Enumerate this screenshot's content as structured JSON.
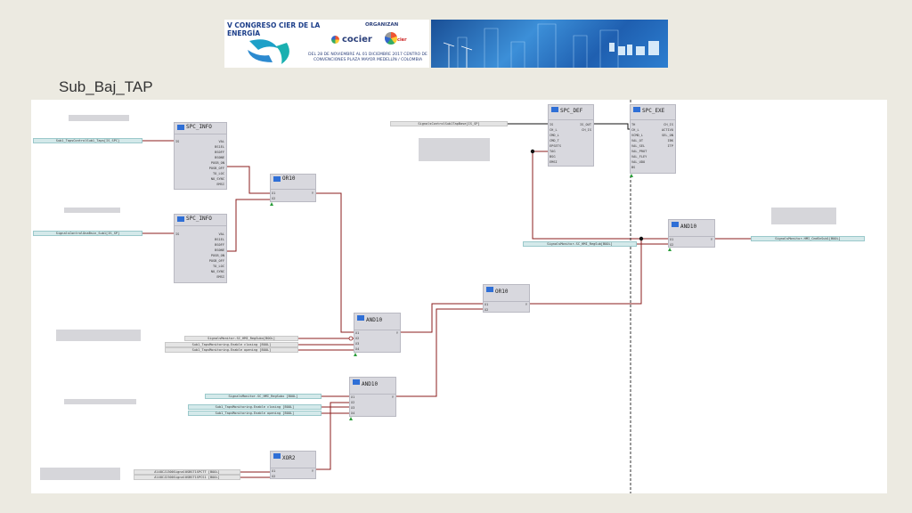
{
  "banner": {
    "title": "V CONGRESO CIER DE LA ENERGÍA",
    "organizan": "ORGANIZAN",
    "cocier": "cocier",
    "cier": "cier",
    "info": "DEL 28 DE NOVIEMBRE AL 01 DICIEMBRE 2017 CENTRO DE CONVENCIONES PLAZA MAYOR MEDELLÍN / COLOMBIA"
  },
  "page": {
    "title": "Sub_Baj_TAP"
  },
  "blocks": {
    "spc_info1": {
      "name": "SPC_INFO",
      "in": [
        "IS"
      ],
      "out": [
        "VAL",
        "BS1EL",
        "BS0FF",
        "BS0NE",
        "POSB_ON",
        "POSB_OFF",
        "TO_LOC",
        "NO_SYNC",
        "EMSI"
      ]
    },
    "spc_info2": {
      "name": "SPC_INFO",
      "in": [
        "IS"
      ],
      "out": [
        "VAL",
        "BS1EL",
        "BS0FF",
        "BS0NE",
        "POSB_ON",
        "POSB_OFF",
        "TO_LOC",
        "NO_SYNC",
        "EMSI"
      ]
    },
    "or1": {
      "name": "OR10",
      "in": [
        "X1",
        "X2"
      ],
      "out": [
        "Y"
      ]
    },
    "or2": {
      "name": "OR10",
      "in": [
        "X1",
        "X2"
      ],
      "out": [
        "Y"
      ]
    },
    "and1": {
      "name": "AND10",
      "in": [
        "X1",
        "X2",
        "X3",
        "X4"
      ],
      "out": [
        "Y"
      ]
    },
    "and2": {
      "name": "AND10",
      "in": [
        "X1",
        "X2",
        "X3",
        "X4"
      ],
      "out": [
        "Y"
      ]
    },
    "and3": {
      "name": "AND10",
      "in": [
        "X1",
        "X2"
      ],
      "out": [
        "Y"
      ]
    },
    "xor": {
      "name": "XOR2",
      "in": [
        "X1",
        "X2"
      ],
      "out": [
        "Y"
      ]
    },
    "spc_def": {
      "name": "SPC_DEF",
      "in": [
        "IS",
        "CH_L",
        "CMD_L",
        "CMD_T",
        "EPSETS",
        "TAG",
        "BSG",
        "EMSI"
      ],
      "out": [
        "IS_OUT",
        "CH_IS"
      ]
    },
    "spc_exe": {
      "name": "SPC_EXE",
      "in": [
        "TH",
        "CH_L",
        "VCMD_L",
        "VAL_OT",
        "VAL_SEL",
        "VAL_PROT",
        "VAL_FLEY",
        "VAL_UDO",
        "BS"
      ],
      "out": [
        "CH_IS",
        "ACTIVO",
        "SEL_ON",
        "IBK",
        "ITP"
      ]
    }
  },
  "signals": {
    "s_info1": "Sub1_TapsControlSub1_Taps[IS_SPC]",
    "s_info2": "SignalsControlOnaBsin_Sub1[IS_SP]",
    "s_def": "SignalsControlSub1TapBase[IS_SP]",
    "s_mon": "SignalsMonitor.SC_HMI_RegSub[BOOL]",
    "s_out": "SignalsMonitor.HMI_CmdSnSub1[BOOL]",
    "s_and1a": "SignalsMonitor.SC_HMI_RegSubx[BOOL]",
    "s_and1b": "Sub1_TapsMonitoring.Enable closing [BOOL]",
    "s_and1c": "Sub1_TapsMonitoring.Enable opening [BOOL]",
    "s_and2a": "SignalsMonitor.SC_HMI_RegSubx [BOOL]",
    "s_and2b": "Sub1_TapsMonitoring.Enable closing [BOOL]",
    "s_and2c": "Sub1_TapsMonitoring.Enable opening [BOOL]",
    "s_xor1": "Al48CJ1300Signal0SBST1SPCTT [BOOL]",
    "s_xor2": "Al48CJ2300Signal0SBST1SPCS1 [BOOL]"
  }
}
